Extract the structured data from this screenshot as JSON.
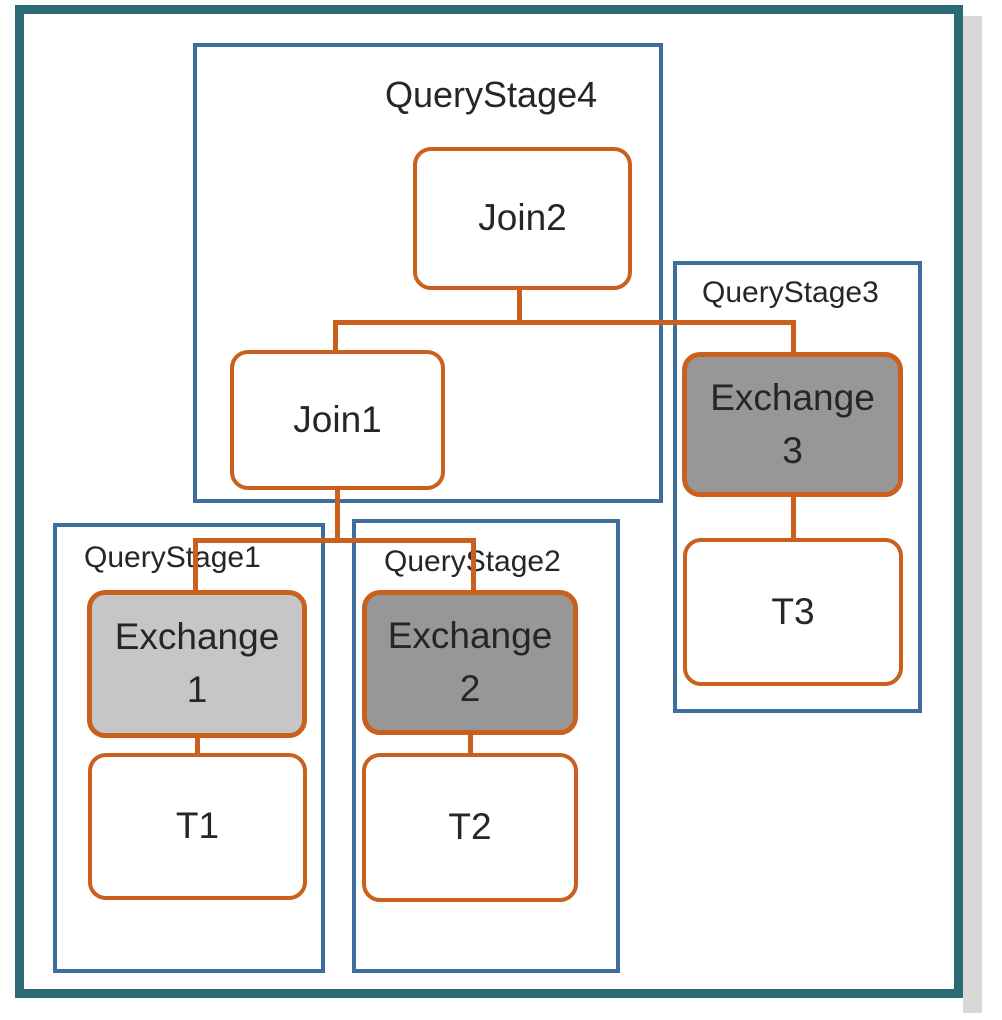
{
  "colors": {
    "frame": "#2A6B76",
    "stage": "#3F6E9E",
    "orange": "#C9601E",
    "exlight": "#C6C6C6",
    "exdark": "#979797",
    "shadow": "#D8D8D8",
    "text": "#262626"
  },
  "stages": {
    "stage4": {
      "title": "QueryStage4"
    },
    "stage3": {
      "title": "QueryStage3"
    },
    "stage1": {
      "title": "QueryStage1"
    },
    "stage2": {
      "title": "QueryStage2"
    }
  },
  "nodes": {
    "join2": {
      "label": "Join2"
    },
    "join1": {
      "label": "Join1"
    },
    "exchange1": {
      "line1": "Exchange",
      "line2": "1"
    },
    "exchange2": {
      "line1": "Exchange",
      "line2": "2"
    },
    "exchange3": {
      "line1": "Exchange",
      "line2": "3"
    },
    "t1": {
      "label": "T1"
    },
    "t2": {
      "label": "T2"
    },
    "t3": {
      "label": "T3"
    }
  },
  "edges": [
    {
      "from": "Join2",
      "to": "Join1"
    },
    {
      "from": "Join2",
      "to": "Exchange 3"
    },
    {
      "from": "Join1",
      "to": "Exchange 1"
    },
    {
      "from": "Join1",
      "to": "Exchange 2"
    },
    {
      "from": "Exchange 1",
      "to": "T1"
    },
    {
      "from": "Exchange 2",
      "to": "T2"
    },
    {
      "from": "Exchange 3",
      "to": "T3"
    }
  ]
}
